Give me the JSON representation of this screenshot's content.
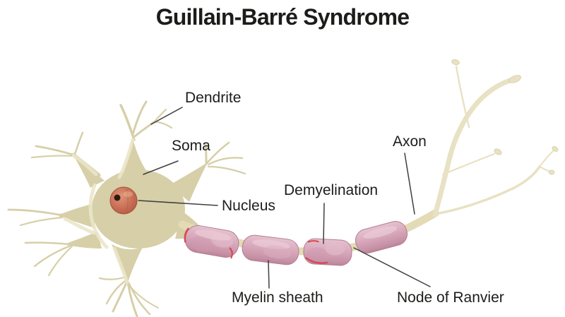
{
  "title": "Guillain-Barré Syndrome",
  "diagram": {
    "type": "neuron-anatomy-medical-illustration",
    "condition": "Guillain-Barré Syndrome",
    "labels": {
      "dendrite": "Dendrite",
      "soma": "Soma",
      "nucleus": "Nucleus",
      "axon": "Axon",
      "demyelination": "Demyelination",
      "myelin_sheath": "Myelin sheath",
      "node_of_ranvier": "Node of Ranvier"
    },
    "colors": {
      "background": "#ffffff",
      "title_text": "#1c1c1a",
      "label_text": "#1c1c1a",
      "leader_line": "#3f3f3f",
      "soma_fill": "#d6cfa8",
      "soma_highlight": "#ece6ca",
      "axon_fill": "#e3dbb5",
      "terminal_branch_fill": "#e8e1c3",
      "nucleus_fill": "#c96e55",
      "nucleolus_fill": "#30190f",
      "myelin_pink": "#d8a8bb",
      "myelin_highlight": "#ecd0da",
      "damage_red": "#d8474e"
    },
    "myelin_segments": [
      {
        "state": "damaged"
      },
      {
        "state": "healthy"
      },
      {
        "state": "damaged"
      },
      {
        "state": "healthy"
      }
    ]
  }
}
